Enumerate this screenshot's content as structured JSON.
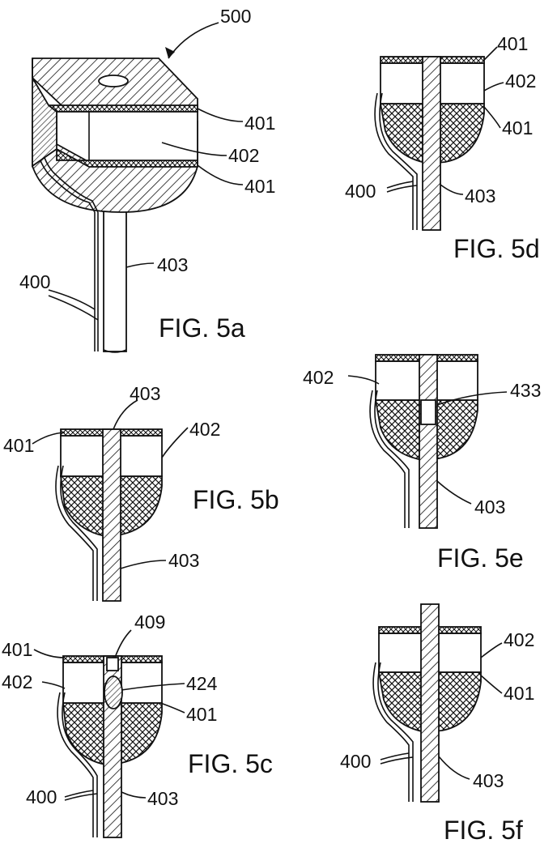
{
  "figures": [
    {
      "id": "5a",
      "caption": "FIG. 5a",
      "labels": [
        "500",
        "401",
        "402",
        "401",
        "403",
        "400"
      ]
    },
    {
      "id": "5b",
      "caption": "FIG. 5b",
      "labels": [
        "403",
        "401",
        "402",
        "403"
      ]
    },
    {
      "id": "5c",
      "caption": "FIG. 5c",
      "labels": [
        "409",
        "401",
        "402",
        "424",
        "401",
        "400",
        "403"
      ]
    },
    {
      "id": "5d",
      "caption": "FIG. 5d",
      "labels": [
        "401",
        "402",
        "401",
        "400",
        "403"
      ]
    },
    {
      "id": "5e",
      "caption": "FIG. 5e",
      "labels": [
        "402",
        "433",
        "403"
      ]
    },
    {
      "id": "5f",
      "caption": "FIG. 5f",
      "labels": [
        "402",
        "401",
        "400",
        "403"
      ]
    }
  ],
  "colors": {
    "ink": "#111111",
    "paper": "#ffffff"
  }
}
